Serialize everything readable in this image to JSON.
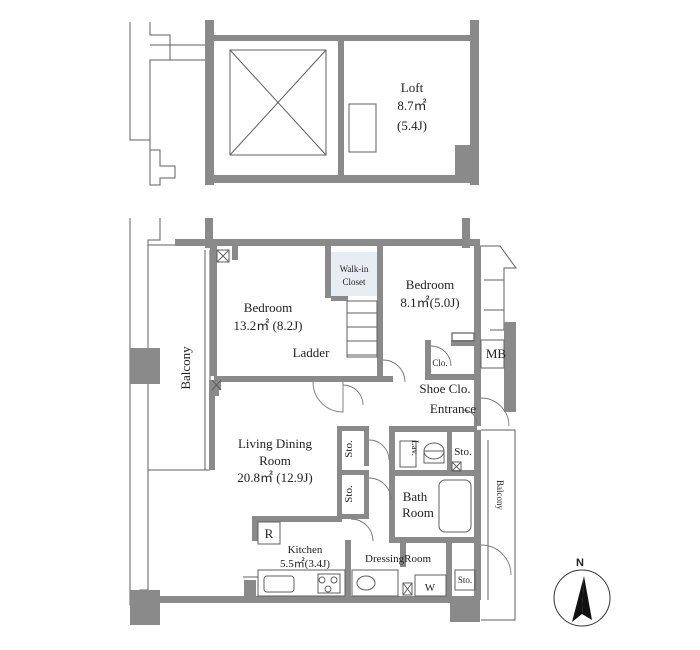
{
  "loft": {
    "name": "Loft",
    "area": "8.7㎡",
    "jo": "(5.4J)"
  },
  "rooms": {
    "bedroom1": {
      "name": "Bedroom",
      "area": "13.2㎡ (8.2J)"
    },
    "bedroom2": {
      "name": "Bedroom",
      "area": "8.1㎡(5.0J)"
    },
    "walkin": {
      "line1": "Walk-in",
      "line2": "Closet"
    },
    "ladder": "Ladder",
    "balcony_west": "Balcony",
    "balcony_east": "Balcony",
    "living": {
      "line1": "Living Dining",
      "line2": "Room",
      "area": "20.8㎡ (12.9J)"
    },
    "kitchen": {
      "name": "Kitchen",
      "area": "5.5㎡(3.4J)"
    },
    "fridge": "R",
    "dressing": "DressingRoom",
    "bath": {
      "line1": "Bath",
      "line2": "Room"
    },
    "lav": "Lav.",
    "sto1": "Sto.",
    "sto2": "Sto.",
    "sto3": "Sto.",
    "sto4": "Sto.",
    "clo": "Clo.",
    "mb": "MB",
    "shoe": "Shoe Clo.",
    "entrance": "Entrance",
    "washer": "W"
  },
  "compass": {
    "label": "N"
  }
}
